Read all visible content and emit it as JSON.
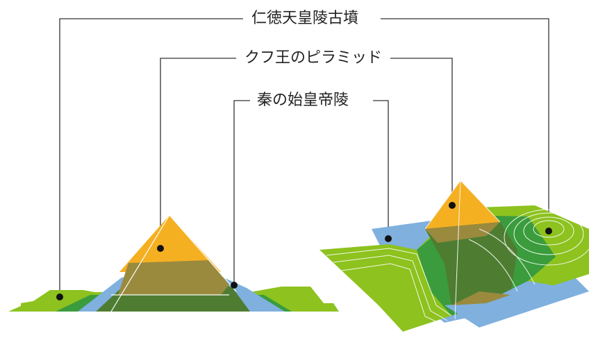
{
  "labels": {
    "nintoku": "仁徳天皇陵古墳",
    "khufu": "クフ王のピラミッド",
    "qin": "秦の始皇帝陵"
  },
  "colors": {
    "nintoku_green": "#8dc21f",
    "mound_green": "#3a9c3c",
    "qin_blue": "#7fb0de",
    "pyramid_orange": "#f5b022",
    "overlap_olive": "#9a8a3e",
    "overlap_dark": "#4e7d32",
    "leader_line": "#333333"
  }
}
